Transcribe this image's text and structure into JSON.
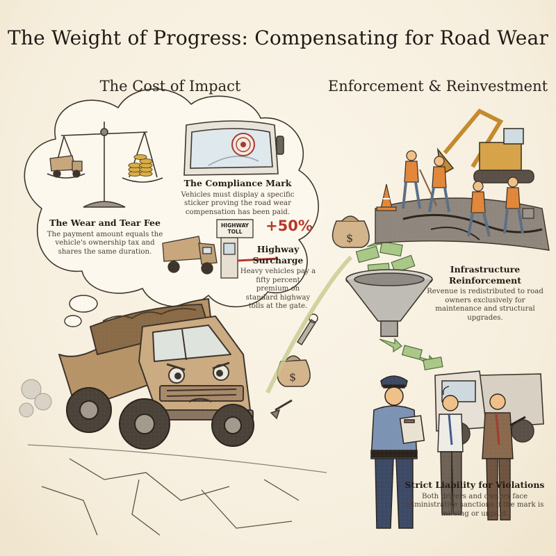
{
  "title": "The Weight of Progress: Compensating for Road Wear",
  "sections": {
    "cost": {
      "title": "The Cost of Impact"
    },
    "enforcement": {
      "title": "Enforcement & Reinvestment"
    }
  },
  "panels": {
    "wear_fee": {
      "heading": "The Wear and Tear Fee",
      "body": "The payment amount equals the vehicle's ownership tax and shares the same duration."
    },
    "compliance": {
      "heading": "The Compliance Mark",
      "body": "Vehicles must display a specific sticker proving the road wear compensation has been paid."
    },
    "surcharge": {
      "value": "+50%",
      "heading": "Highway Surcharge",
      "body": "Heavy vehicles pay a fifty percent premium on standard highway tolls at the gate.",
      "sign_text": "HIGHWAY TOLL"
    },
    "infrastructure": {
      "heading": "Infrastructure Reinforcement",
      "body": "Revenue is redistributed to road owners exclusively for maintenance and structural upgrades."
    },
    "liability": {
      "heading": "Strict Liability for Violations",
      "body": "Both drivers and owners face administrative sanctions if the mark is missing or unpaid."
    }
  },
  "icons": {
    "scale": "balance-scale-icon",
    "money_bag": "money-bag-icon",
    "funnel": "funnel-icon",
    "sticker": "compliance-sticker-icon",
    "police": "police-officer-icon",
    "excavator": "excavator-icon"
  },
  "colors": {
    "background": "#f7f0e1",
    "ink": "#2b241d",
    "accent_red": "#b8382a",
    "money_green": "#8fb56f",
    "truck_body": "#c9a77c",
    "safety_orange": "#e2873a"
  }
}
